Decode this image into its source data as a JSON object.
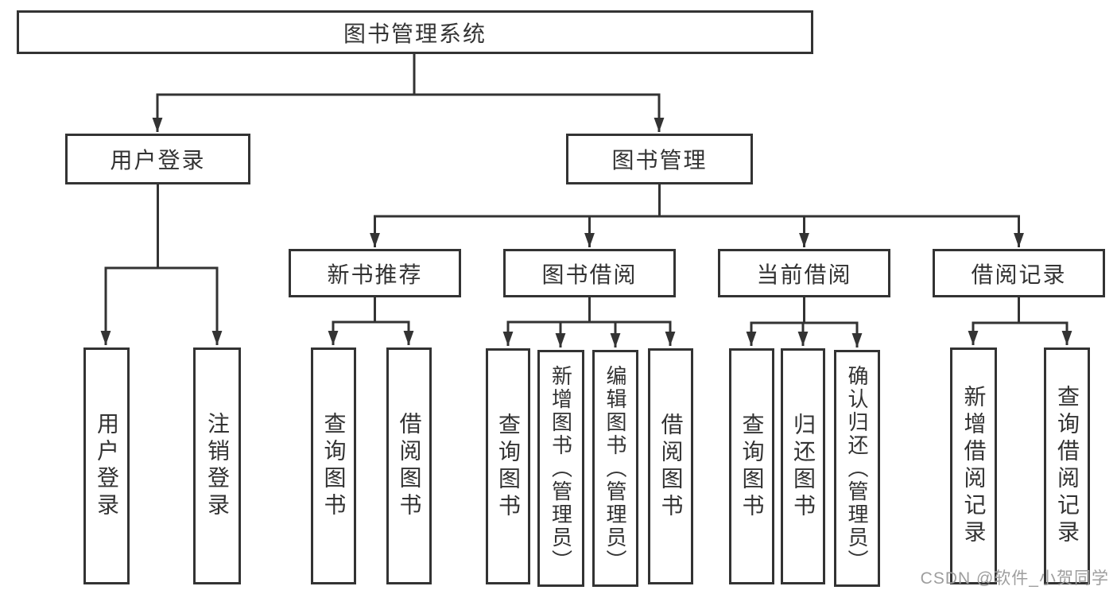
{
  "diagram": {
    "type": "tree",
    "root": {
      "label": "图书管理系统"
    },
    "level2": [
      {
        "label": "用户登录"
      },
      {
        "label": "图书管理"
      }
    ],
    "level3": [
      {
        "label": "新书推荐"
      },
      {
        "label": "图书借阅"
      },
      {
        "label": "当前借阅"
      },
      {
        "label": "借阅记录"
      }
    ],
    "leaves": {
      "login": [
        "用户登录",
        "注销登录"
      ],
      "newbook": [
        "查询图书",
        "借阅图书"
      ],
      "borrow": [
        "查询图书",
        "新增图书（管理员）",
        "编辑图书（管理员）",
        "借阅图书"
      ],
      "current": [
        "查询图书",
        "归还图书",
        "确认归还（管理员）"
      ],
      "records": [
        "新增借阅记录",
        "查询借阅记录"
      ]
    },
    "colors": {
      "line": "#333333",
      "box_border": "#333333",
      "text": "#333333",
      "background": "#ffffff",
      "watermark": "#9e9e9e"
    }
  },
  "watermark": {
    "text": "CSDN @软件_小贺同学"
  }
}
